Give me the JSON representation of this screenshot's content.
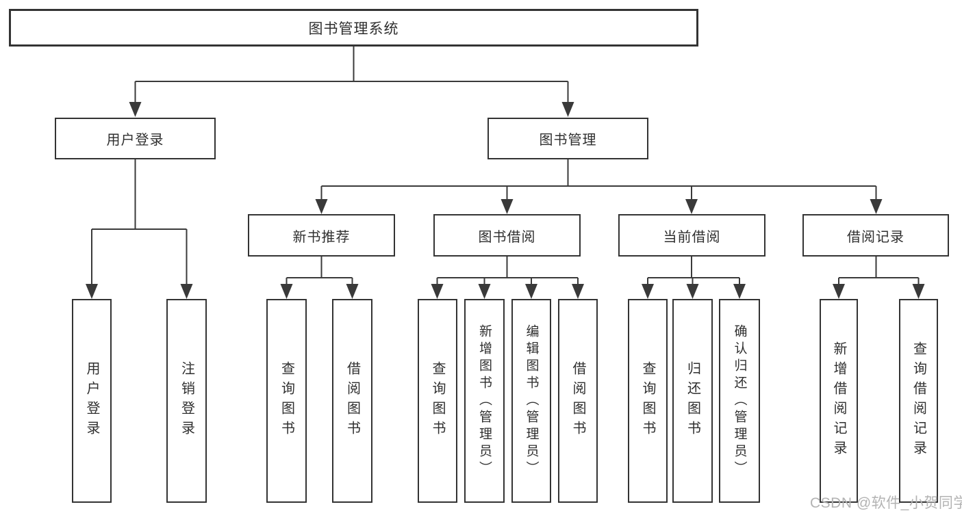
{
  "nodes": {
    "root": "图书管理系统",
    "user_login": "用户登录",
    "book_mgmt": "图书管理",
    "new_books": "新书推荐",
    "book_borrow": "图书借阅",
    "current_borrow": "当前借阅",
    "borrow_records": "借阅记录",
    "leaf_user_login": "用户登录",
    "leaf_logout": "注销登录",
    "leaf_nb_query": "查询图书",
    "leaf_nb_borrow": "借阅图书",
    "leaf_bb_query": "查询图书",
    "leaf_bb_add": "新增图书（管理员）",
    "leaf_bb_edit": "编辑图书（管理员）",
    "leaf_bb_borrow": "借阅图书",
    "leaf_cb_query": "查询图书",
    "leaf_cb_return": "归还图书",
    "leaf_cb_confirm": "确认归还（管理员）",
    "leaf_br_add": "新增借阅记录",
    "leaf_br_query": "查询借阅记录"
  },
  "watermark": "CSDN @软件_小贺同学",
  "colors": {
    "line": "#3a3a3a",
    "border": "#333333",
    "text": "#2f2f2f",
    "watermark": "#b3b3b3",
    "background": "#ffffff"
  }
}
